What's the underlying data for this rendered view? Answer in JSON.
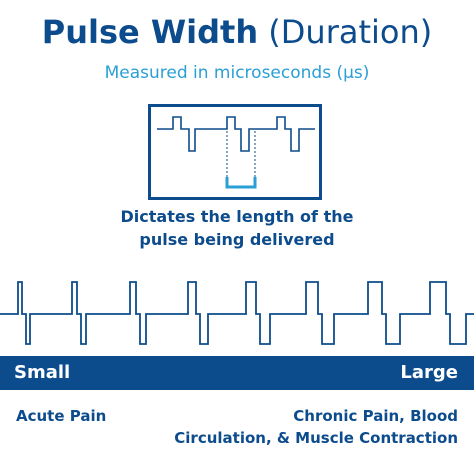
{
  "header": {
    "title_bold": "Pulse Width",
    "title_light": "(Duration)",
    "subtitle": "Measured in microseconds (µs)"
  },
  "diagram": {
    "caption_line1": "Dictates the length of the",
    "caption_line2": "pulse being delivered"
  },
  "scale": {
    "min_label": "Small",
    "max_label": "Large"
  },
  "notes": {
    "left": "Acute Pain",
    "right_line1": "Chronic Pain, Blood",
    "right_line2": "Circulation, & Muscle Contraction"
  },
  "colors": {
    "navy": "#0d4c8c",
    "light_blue": "#2a9fd6"
  }
}
